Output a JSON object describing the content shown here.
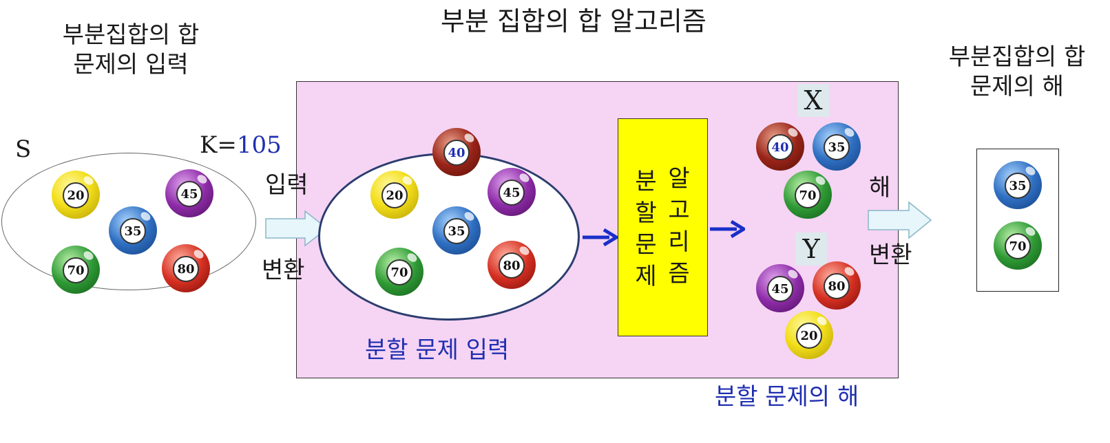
{
  "title": "부분 집합의 합  알고리즘",
  "input_caption": [
    "부분집합의 합",
    "문제의 입력"
  ],
  "output_caption": [
    "부분집합의 합",
    "문제의 해"
  ],
  "set_label": "S",
  "k_prefix": "K=",
  "k_value": "105",
  "input_transform": [
    "입력",
    "변환"
  ],
  "answer_transform": [
    "해",
    "변환"
  ],
  "partition_input_label": "분할 문제 입력",
  "partition_solution_label": "분할 문제의 해",
  "algorithm_box": {
    "col_right": [
      "알",
      "고",
      "리",
      "즘"
    ],
    "col_left": [
      "분",
      "할",
      "문",
      "제"
    ]
  },
  "x_label": "X",
  "y_label": "Y",
  "balls": {
    "input_set": [
      {
        "value": "20",
        "color": "yellow"
      },
      {
        "value": "45",
        "color": "purple"
      },
      {
        "value": "35",
        "color": "blue"
      },
      {
        "value": "70",
        "color": "green"
      },
      {
        "value": "80",
        "color": "red"
      }
    ],
    "partition_input": [
      {
        "value": "40",
        "color": "brown"
      },
      {
        "value": "20",
        "color": "yellow"
      },
      {
        "value": "45",
        "color": "purple"
      },
      {
        "value": "35",
        "color": "blue"
      },
      {
        "value": "70",
        "color": "green"
      },
      {
        "value": "80",
        "color": "red"
      }
    ],
    "set_x": [
      {
        "value": "40",
        "color": "brown"
      },
      {
        "value": "35",
        "color": "blue"
      },
      {
        "value": "70",
        "color": "green"
      }
    ],
    "set_y": [
      {
        "value": "45",
        "color": "purple"
      },
      {
        "value": "80",
        "color": "red"
      },
      {
        "value": "20",
        "color": "yellow"
      }
    ],
    "answer": [
      {
        "value": "35",
        "color": "blue"
      },
      {
        "value": "70",
        "color": "green"
      }
    ]
  },
  "colors": {
    "label_blue": "#1f2fb0",
    "arrow_blue": "#1a2fc8",
    "algo_bg": "#f6d4f4",
    "algo_rect": "#ffff00",
    "arrow_fill": "#e6f6fb"
  }
}
